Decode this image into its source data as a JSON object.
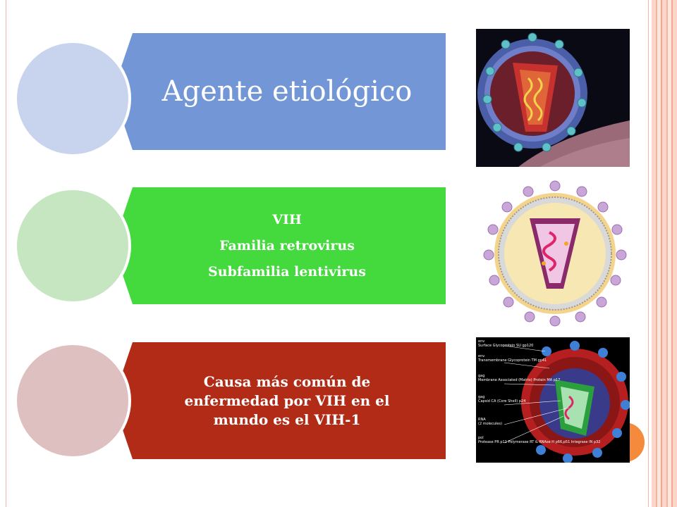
{
  "slide": {
    "items": [
      {
        "lines": [
          "Agente etiológico"
        ]
      },
      {
        "lines": [
          "VIH",
          "Familia retrovirus",
          "Subfamilia lentivirus"
        ]
      },
      {
        "lines": [
          "Causa más común de",
          "enfermedad por VIH en el",
          "mundo es el VIH-1"
        ]
      }
    ]
  },
  "diagram_labels": [
    "env",
    "Surface Glycoprotein SU gp120",
    "env",
    "Transmembrane Glycoprotein TM gp41",
    "gag",
    "Membrane Associated (Matrix) Protein MA p17",
    "gag",
    "Capsid CA (Core Shell) p24",
    "RNA",
    "(2 molecules)",
    "pol",
    "Protease PR p11 Polymerase RT & RNAse H p66,p51 Integrase IN p32"
  ],
  "colors": {
    "bar_blue": "#7397d6",
    "bar_green": "#44d93d",
    "bar_red": "#b12b17",
    "accent_orange": "#f58a3c"
  }
}
